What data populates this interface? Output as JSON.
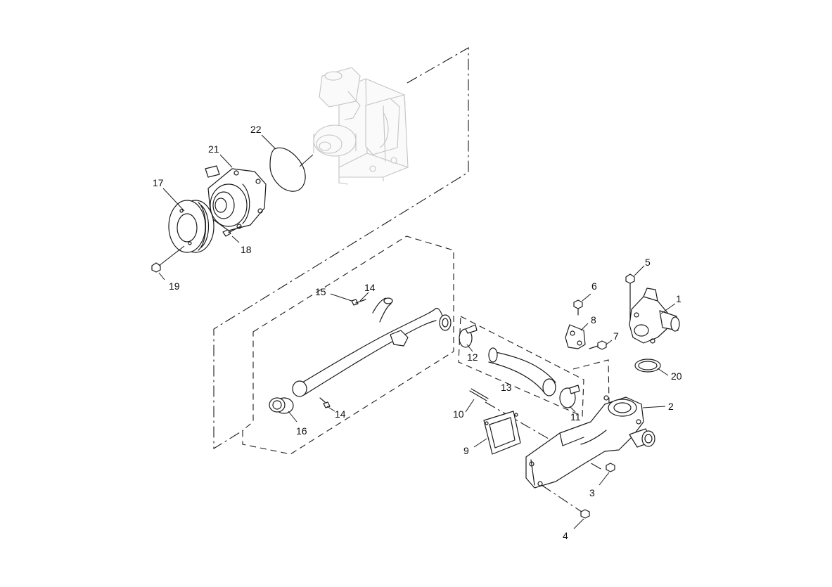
{
  "diagram": {
    "background": "#ffffff",
    "stroke_color": "#1a1a1a",
    "engine_color": "#c4c4c4",
    "callouts": [
      {
        "id": "c1",
        "label": "1"
      },
      {
        "id": "c2",
        "label": "2"
      },
      {
        "id": "c3",
        "label": "3"
      },
      {
        "id": "c4",
        "label": "4"
      },
      {
        "id": "c5",
        "label": "5"
      },
      {
        "id": "c6",
        "label": "6"
      },
      {
        "id": "c7",
        "label": "7"
      },
      {
        "id": "c8",
        "label": "8"
      },
      {
        "id": "c9",
        "label": "9"
      },
      {
        "id": "c10",
        "label": "10"
      },
      {
        "id": "c11",
        "label": "11"
      },
      {
        "id": "c12",
        "label": "12"
      },
      {
        "id": "c13",
        "label": "13"
      },
      {
        "id": "c14a",
        "label": "14"
      },
      {
        "id": "c14b",
        "label": "14"
      },
      {
        "id": "c15",
        "label": "15"
      },
      {
        "id": "c16",
        "label": "16"
      },
      {
        "id": "c17",
        "label": "17"
      },
      {
        "id": "c18",
        "label": "18"
      },
      {
        "id": "c19",
        "label": "19"
      },
      {
        "id": "c20",
        "label": "20"
      },
      {
        "id": "c21",
        "label": "21"
      },
      {
        "id": "c22",
        "label": "22"
      }
    ]
  }
}
